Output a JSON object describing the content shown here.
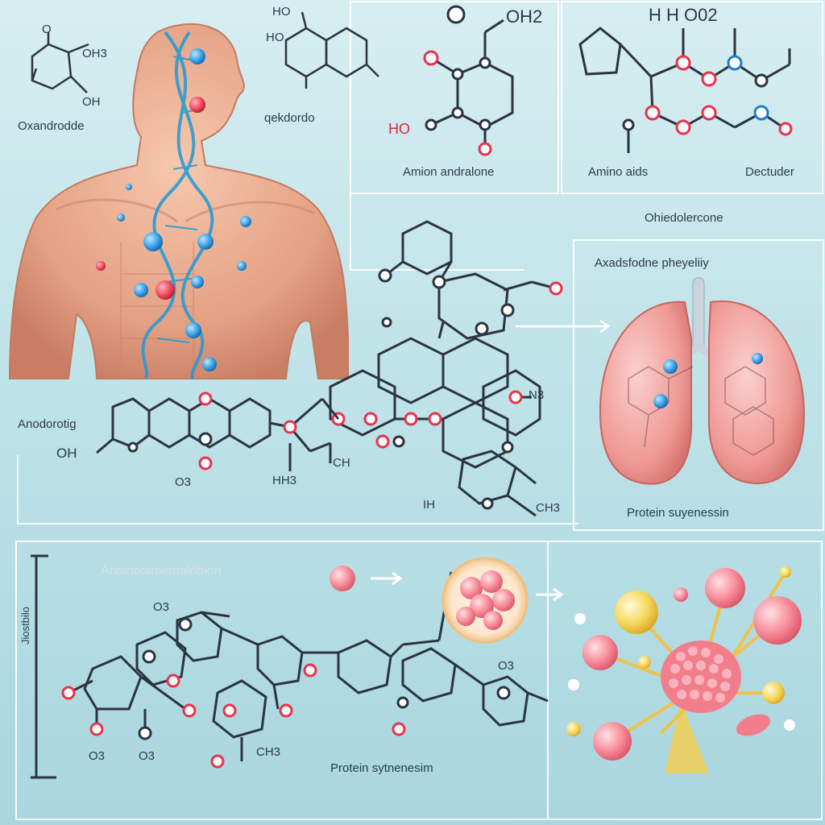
{
  "panels": {
    "top_left": {
      "title": "Oxandrodde",
      "label2": "qekdordo"
    },
    "top_mid": {
      "title": "Amion andralone",
      "atoms": {
        "o2h": "OH2",
        "ho": "HO"
      }
    },
    "top_right": {
      "title": "Amino aids",
      "subtitle": "Dectuder",
      "header": "H    H   O02"
    },
    "mid_label": "Ohiedolercone",
    "lungs": {
      "title": "Axadsfodne pheyeliiy",
      "footer": "Protein suyenessin"
    },
    "left_mid": {
      "title": "Anodorotig",
      "oh": "OH",
      "ch": "CH",
      "hh3": "HH3",
      "o3": "O3",
      "n3": "N3",
      "ih": "IH",
      "ch3": "CH3"
    },
    "bottom": {
      "title": "Anoinooimemalobion",
      "side_label": "Jiostbilo",
      "footer": "Protein sytnenesim",
      "o3a": "O3",
      "o3b": "O3",
      "o3c": "O3",
      "ch3": "CH3",
      "o3d": "O3"
    },
    "top_left_atoms": {
      "o": "O",
      "oh3": "OH3",
      "oh": "OH",
      "ho": "HO",
      "ho2": "HO"
    }
  },
  "colors": {
    "background": "#c3e6ea",
    "oxygen": "#e8334a",
    "nitrogen": "#2f8fd8",
    "bond": "#2b3440",
    "muscle": "#e7a98b",
    "lung": "#f0a2a0",
    "protein": "#f27e8c"
  },
  "icons": [
    "human-torso-icon",
    "dna-helix-icon",
    "lungs-icon",
    "protein-cluster-icon",
    "arrow-right-icon"
  ]
}
